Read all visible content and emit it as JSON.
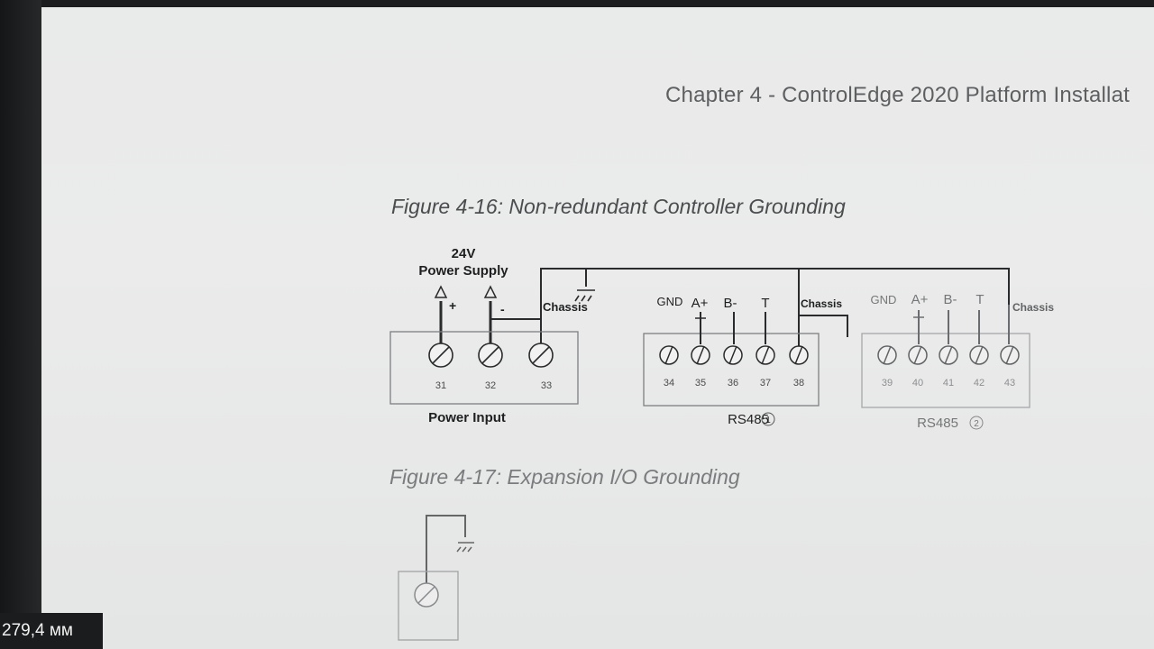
{
  "header": {
    "running_title": "Chapter 4 - ControlEdge 2020 Platform Installat"
  },
  "figure_16": {
    "caption": "Figure 4-16: Non-redundant Controller Grounding",
    "supply_line1": "24V",
    "supply_line2": "Power Supply",
    "plus": "+",
    "minus": "-",
    "chassis_labels": [
      "Chassis",
      "Chassis",
      "Chassis"
    ],
    "power_input": {
      "label": "Power Input",
      "terminals": [
        "31",
        "32",
        "33"
      ]
    },
    "rs485_1": {
      "label": "RS485",
      "mark": "1",
      "pins": [
        "GND",
        "A+",
        "B-",
        "T"
      ],
      "terminals": [
        "34",
        "35",
        "36",
        "37",
        "38"
      ]
    },
    "rs485_2": {
      "label": "RS485",
      "mark": "2",
      "pins": [
        "GND",
        "A+",
        "B-",
        "T"
      ],
      "terminals": [
        "39",
        "40",
        "41",
        "42",
        "43"
      ]
    }
  },
  "figure_17": {
    "caption": "Figure 4-17: Expansion I/O Grounding"
  },
  "overlay": {
    "measurement": "279,4 мм"
  }
}
